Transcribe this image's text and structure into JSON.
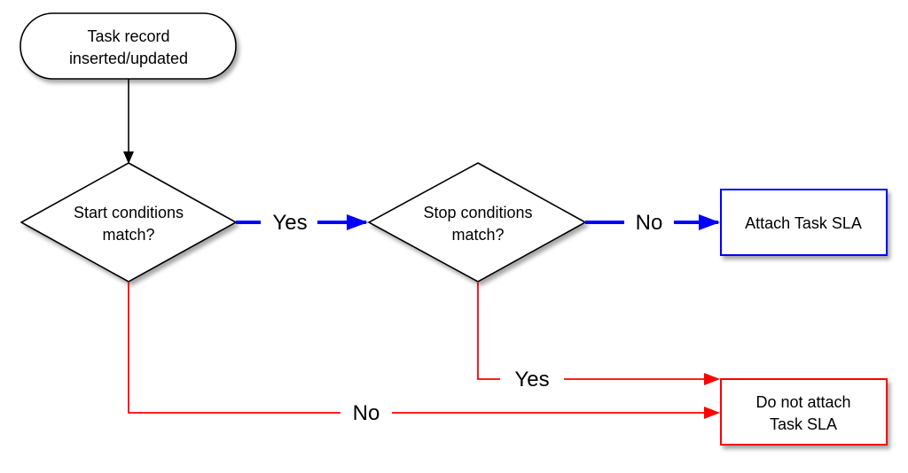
{
  "nodes": {
    "start": {
      "line1": "Task record",
      "line2": "inserted/updated"
    },
    "start_conditions": {
      "line1": "Start conditions",
      "line2": "match?"
    },
    "stop_conditions": {
      "line1": "Stop conditions",
      "line2": "match?"
    },
    "attach": {
      "label": "Attach Task SLA"
    },
    "do_not_attach": {
      "line1": "Do not attach",
      "line2": "Task SLA"
    }
  },
  "edges": {
    "start_yes": "Yes",
    "stop_no": "No",
    "stop_yes": "Yes",
    "start_no": "No"
  },
  "colors": {
    "yes_path": "#0000ff",
    "no_path": "#ff0000",
    "default": "#000000"
  }
}
